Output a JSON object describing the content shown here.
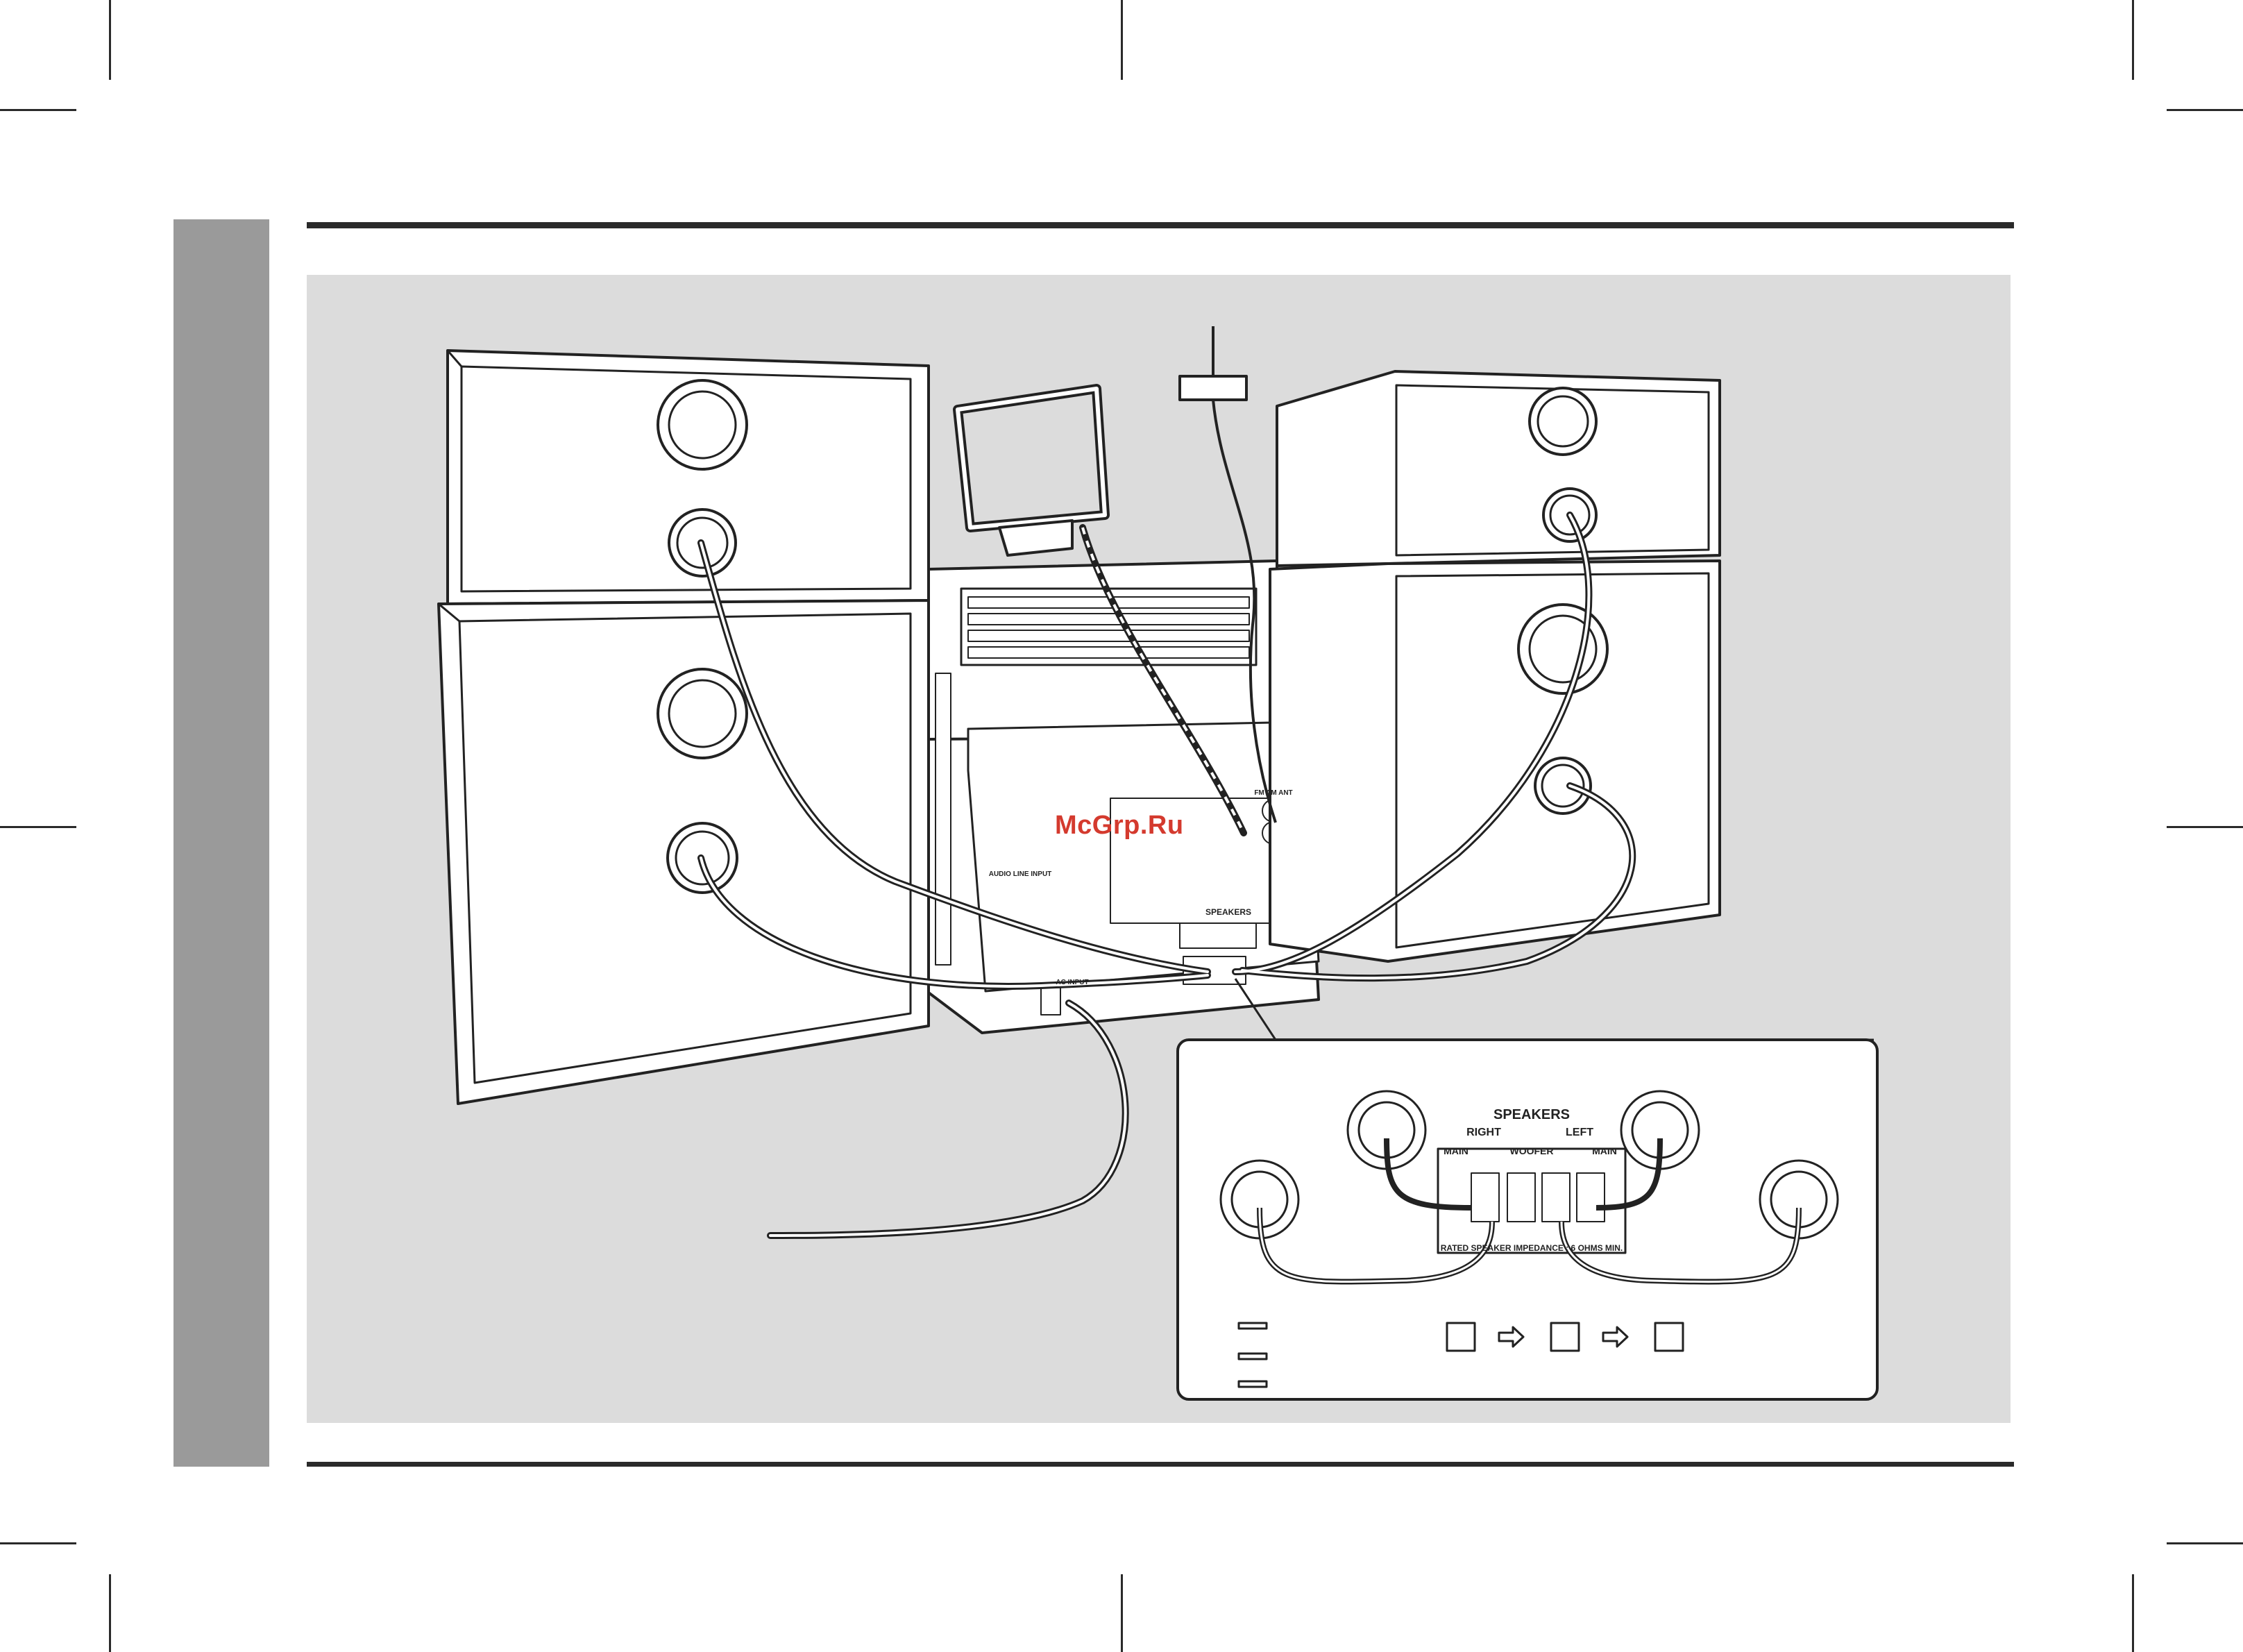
{
  "watermark": "McGrp.Ru",
  "unit_labels": {
    "speakers_panel": "SPEAKERS",
    "audio_line_input": "AUDIO LINE INPUT",
    "am_fm_antenna": "FM AM ANT",
    "ac_input": "AC INPUT"
  },
  "inset": {
    "speakers_title": "SPEAKERS",
    "right": "RIGHT",
    "left": "LEFT",
    "main_right": "MAIN",
    "woofer": "WOOFER",
    "main_left": "MAIN",
    "impedance": "RATED SPEAKER IMPEDANCE : 6 OHMS MIN.",
    "plus": "+",
    "minus": "−"
  },
  "colors": {
    "panel_gray": "#dcdcdc",
    "side_tab_gray": "#9a9a9a",
    "line": "#222222",
    "watermark_red": "#d43a2e"
  }
}
